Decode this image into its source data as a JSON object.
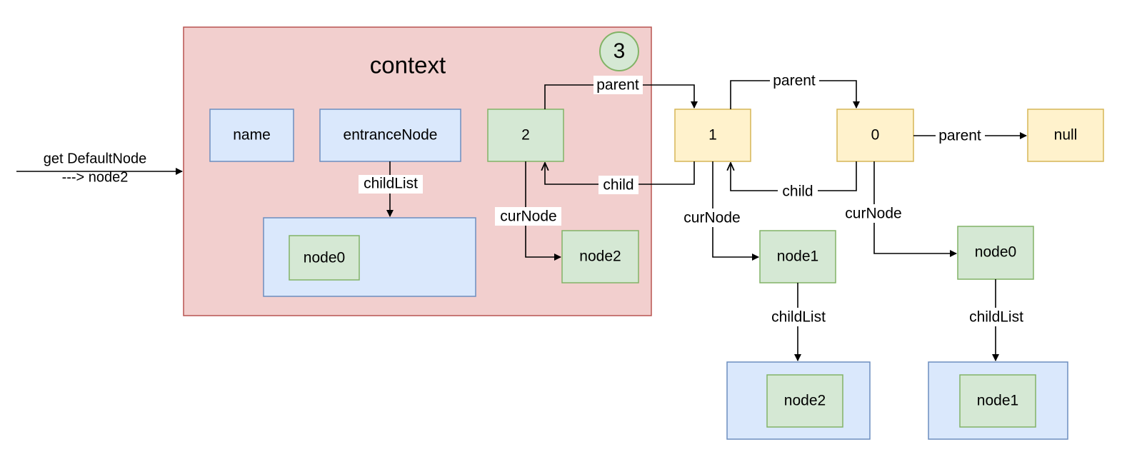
{
  "colors": {
    "context_fill": "#f2cfce",
    "context_stroke": "#b85450",
    "blue_fill": "#dae8fc",
    "blue_stroke": "#6c8ebf",
    "green_fill": "#d5e8d4",
    "green_stroke": "#82b366",
    "yellow_fill": "#fff2cc",
    "yellow_stroke": "#d6b656",
    "edge": "#000000"
  },
  "context": {
    "title": "context",
    "step_badge": "3"
  },
  "entry": {
    "line1": "get DefaultNode",
    "line2": "---> node2"
  },
  "nodes": {
    "name": "name",
    "entrance_node": "entranceNode",
    "entrance_child_node0": "node0",
    "ctx_node_2": "2",
    "ctx_node2": "node2",
    "node_1": "1",
    "node_0": "0",
    "null_node": "null",
    "node1_box": "node1",
    "node0_box": "node0",
    "list1_node2": "node2",
    "list0_node1": "node1"
  },
  "edge_labels": {
    "entrance_childlist": "childList",
    "parent_2_to_1": "parent",
    "parent_1_to_0": "parent",
    "parent_0_to_null": "parent",
    "child_1_to_2": "child",
    "child_0_to_1": "child",
    "curnode_2": "curNode",
    "curnode_1": "curNode",
    "curnode_0": "curNode",
    "childlist_node1": "childList",
    "childlist_node0": "childList"
  }
}
